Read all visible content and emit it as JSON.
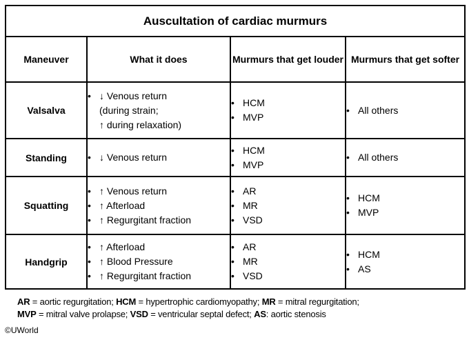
{
  "glyphs": {
    "bullet": "•"
  },
  "table": {
    "title": "Auscultation of cardiac murmurs",
    "columns": [
      "Maneuver",
      "What it does",
      "Murmurs that get louder",
      "Murmurs that get softer"
    ],
    "rows": [
      {
        "maneuver": "Valsalva",
        "what": [
          "↓ Venous return\n(during strain;\n↑ during relaxation)"
        ],
        "louder": [
          "HCM",
          "MVP"
        ],
        "softer": [
          "All others"
        ]
      },
      {
        "maneuver": "Standing",
        "what": [
          "↓ Venous return"
        ],
        "louder": [
          "HCM",
          "MVP"
        ],
        "softer": [
          "All others"
        ]
      },
      {
        "maneuver": "Squatting",
        "what": [
          "↑ Venous return",
          "↑ Afterload",
          "↑ Regurgitant fraction"
        ],
        "louder": [
          "AR",
          "MR",
          "VSD"
        ],
        "softer": [
          "HCM",
          "MVP"
        ]
      },
      {
        "maneuver": "Handgrip",
        "what": [
          "↑ Afterload",
          "↑ Blood Pressure",
          "↑ Regurgitant fraction"
        ],
        "louder": [
          "AR",
          "MR",
          "VSD"
        ],
        "softer": [
          "HCM",
          "AS"
        ]
      }
    ]
  },
  "footnote": {
    "line1": [
      {
        "abbr": "AR",
        "text": " = aortic regurgitation; "
      },
      {
        "abbr": "HCM",
        "text": " = hypertrophic cardiomyopathy; "
      },
      {
        "abbr": "MR",
        "text": " = mitral regurgitation;"
      }
    ],
    "line2": [
      {
        "abbr": "MVP",
        "text": " = mitral valve prolapse; "
      },
      {
        "abbr": "VSD",
        "text": " = ventricular septal defect; "
      },
      {
        "abbr": "AS",
        "text": ": aortic stenosis"
      }
    ]
  },
  "copyright": "©UWorld"
}
